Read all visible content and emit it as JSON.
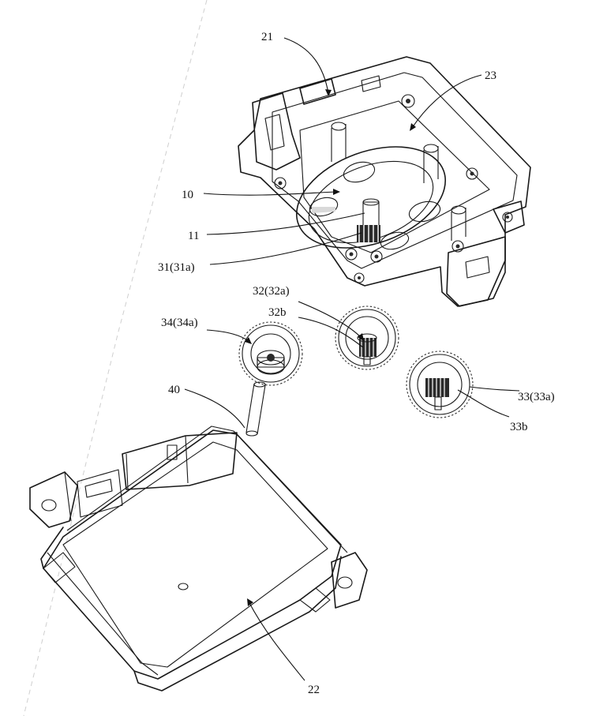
{
  "labels": {
    "l21": "21",
    "l23": "23",
    "l10": "10",
    "l11": "11",
    "l31": "31(31a)",
    "l32": "32(32a)",
    "l32b": "32b",
    "l34": "34(34a)",
    "l40": "40",
    "l33": "33(33a)",
    "l33b": "33b",
    "l22": "22"
  }
}
